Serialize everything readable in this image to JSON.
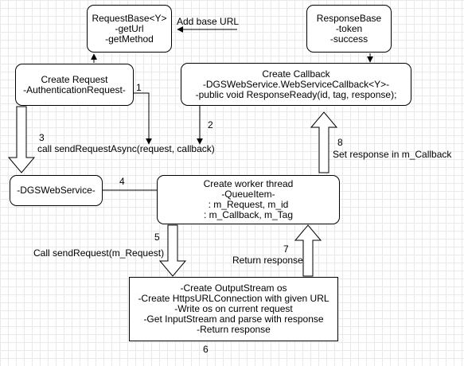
{
  "nodes": {
    "request_base": [
      "RequestBase<Y>",
      "-getUrl",
      "-getMethod"
    ],
    "response_base": [
      "ResponseBase",
      "-token",
      "-success"
    ],
    "create_request": [
      "Create Request",
      "-AuthenticationRequest-"
    ],
    "create_callback": [
      "Create Callback",
      "-DGSWebService.WebServiceCallback<Y>-",
      "-public void ResponseReady(id, tag, response);"
    ],
    "dgs_web_service": [
      "-DGSWebService-"
    ],
    "worker_thread": [
      "Create worker thread",
      "-QueueItem-",
      ": m_Request, m_id",
      ": m_Callback, m_Tag"
    ],
    "output_stream": [
      "-Create OutputStream os",
      "-Create HttpsURLConnection with given URL",
      "-Write os on current request",
      "-Get InputStream and parse with response",
      "-Return response"
    ]
  },
  "labels": {
    "add_base_url": "Add base URL",
    "step1": "1",
    "step2": "2",
    "step3": "3",
    "call_send_request_async": "call sendRequestAsync(request, callback)",
    "step4": "4",
    "step5": "5",
    "call_send_request": "Call sendRequest(m_Request)",
    "step6": "6",
    "step7": "7",
    "return_response": "Return response",
    "step8": "8",
    "set_response": "Set response in m_Callback"
  }
}
